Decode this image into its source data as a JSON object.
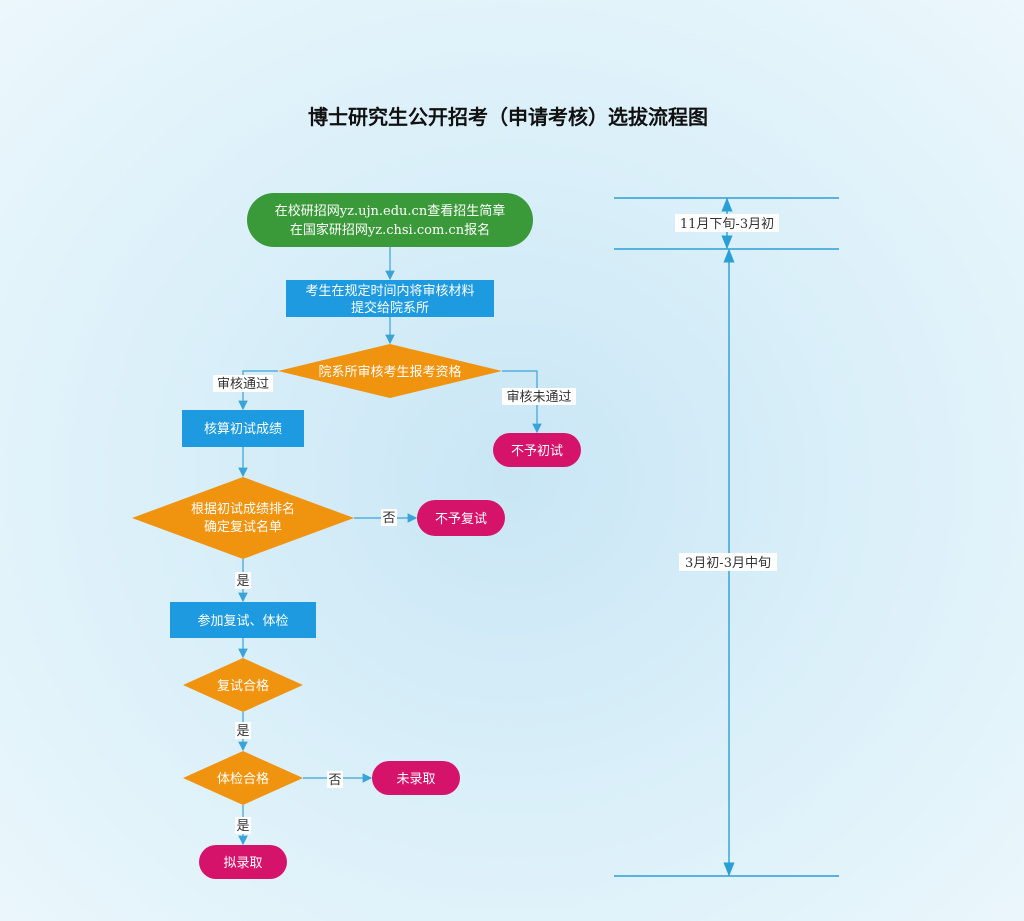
{
  "title": "博士研究生公开招考（申请考核）选拔流程图",
  "colors": {
    "start": "#3a9a3a",
    "process": "#1e9be0",
    "decision": "#f0930f",
    "terminal": "#d6136b",
    "line": "#3aa3d8"
  },
  "nodes": {
    "start": [
      "在校研招网yz.ujn.edu.cn查看招生简章",
      "在国家研招网yz.chsi.com.cn报名"
    ],
    "submit": [
      "考生在规定时间内将审核材料",
      "提交给院系所"
    ],
    "review": "院系所审核考生报考资格",
    "calc": "核算初试成绩",
    "reject_initial": "不予初试",
    "rank": [
      "根据初试成绩排名",
      "确定复试名单"
    ],
    "reject_retest": "不予复试",
    "retest": "参加复试、体检",
    "retest_pass": "复试合格",
    "medical_pass": "体检合格",
    "not_admitted": "未录取",
    "admitted": "拟录取"
  },
  "edge_labels": {
    "review_pass": "审核通过",
    "review_fail": "审核未通过",
    "no1": "否",
    "yes1": "是",
    "yes2": "是",
    "no2": "否",
    "yes3": "是"
  },
  "timeline": [
    {
      "label": "11月下旬-3月初"
    },
    {
      "label": "3月初-3月中旬"
    }
  ]
}
